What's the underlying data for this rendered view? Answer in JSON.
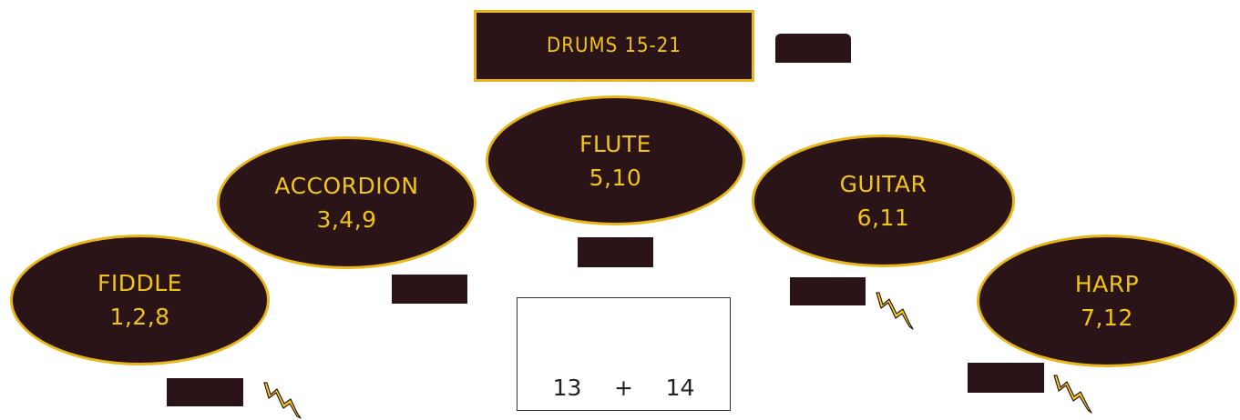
{
  "colors": {
    "dark": "#2a1417",
    "gold": "#e8b619",
    "text": "#f0c319",
    "bolt": "#f5cf1c"
  },
  "title": "DRUMS 15-21",
  "instruments": [
    {
      "name": "FIDDLE",
      "numbers": "1,2,8"
    },
    {
      "name": "ACCORDION",
      "numbers": "3,4,9"
    },
    {
      "name": "FLUTE",
      "numbers": "5,10"
    },
    {
      "name": "GUITAR",
      "numbers": "6,11"
    },
    {
      "name": "HARP",
      "numbers": "7,12"
    }
  ],
  "sum": {
    "left": "13",
    "op": "+",
    "right": "14"
  },
  "icons": {
    "lightning": "lightning-bolt-icon"
  }
}
